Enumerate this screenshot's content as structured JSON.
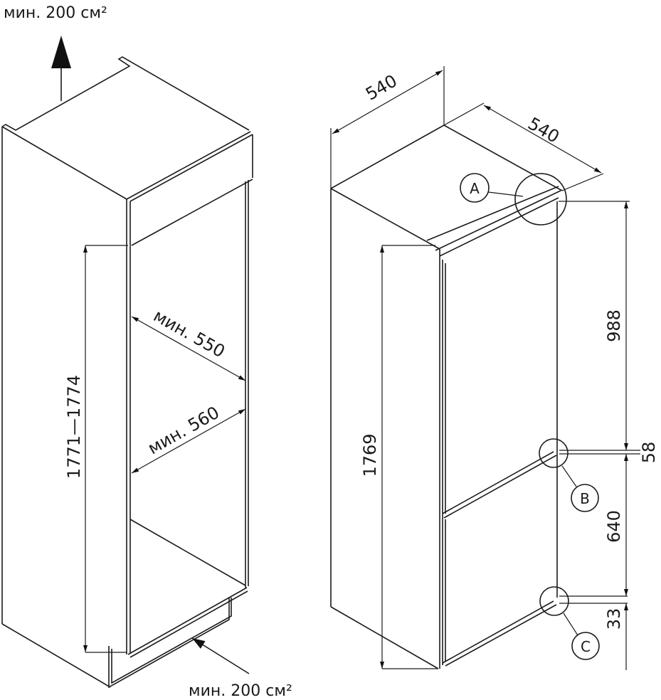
{
  "left_cabinet": {
    "top_vent_label": "мин. 200 см²",
    "bottom_vent_label": "мин. 200 см²",
    "depth_label": "мин. 550",
    "width_label": "мин. 560",
    "height_label": "1771—1774"
  },
  "fridge": {
    "width_label": "540",
    "depth_label": "540",
    "height_label": "1769",
    "upper_door_label": "988",
    "gap_label": "58",
    "lower_door_label": "640",
    "bottom_label": "33",
    "detail_a": "A",
    "detail_b": "B",
    "detail_c": "C"
  }
}
